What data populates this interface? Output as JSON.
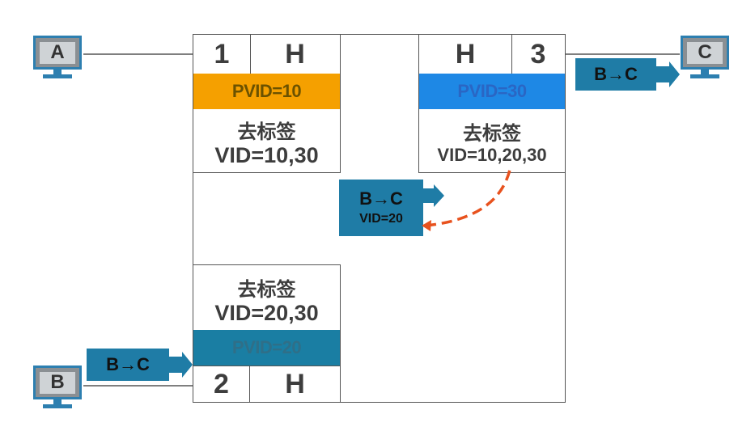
{
  "hosts": {
    "a": "A",
    "b": "B",
    "c": "C"
  },
  "ports": {
    "p1": {
      "number": "1",
      "type": "H",
      "pvid": "PVID=10",
      "pvid_color": "#f5a000",
      "action": "去标签",
      "vid_list": "VID=10,30"
    },
    "p3": {
      "number": "3",
      "type": "H",
      "pvid": "PVID=30",
      "pvid_color": "#1e88e5",
      "action": "去标签",
      "vid_list": "VID=10,20,30"
    },
    "p2": {
      "number": "2",
      "type": "H",
      "pvid": "PVID=20",
      "pvid_color": "#1a7ea3",
      "action": "去标签",
      "vid_list": "VID=20,30"
    }
  },
  "packets": {
    "to_c": {
      "label": "B→C"
    },
    "from_b": {
      "label": "B→C"
    },
    "internal": {
      "label": "B→C",
      "vid": "VID=20"
    }
  },
  "colors": {
    "packet": "#1f7ca6",
    "arrow": "#1f7ca6",
    "dashed_path": "#e8521e",
    "monitor_frame": "#2d7fb0",
    "border": "#555555"
  }
}
